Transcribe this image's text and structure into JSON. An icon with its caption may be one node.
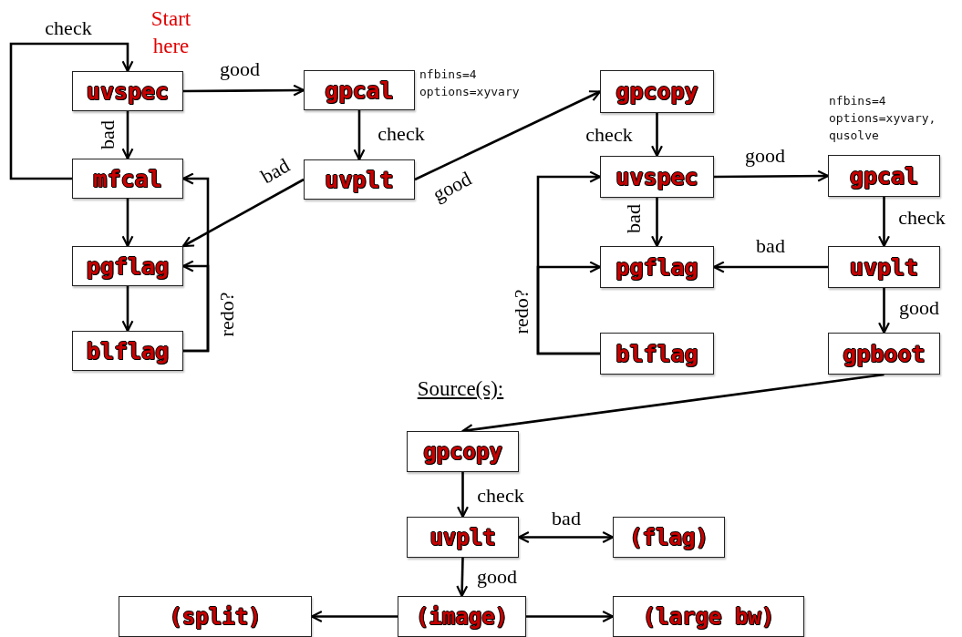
{
  "diagram": {
    "nodes": [
      {
        "text": [
          "uvspec"
        ]
      },
      {
        "text": [
          "gpcal"
        ],
        "beside": [
          "nfbins=4 options=xyvary"
        ]
      },
      {
        "text": [
          "mfcal"
        ]
      },
      {
        "text": [
          "uvplt"
        ]
      },
      {
        "text": [
          "pgflag"
        ]
      },
      {
        "text": [
          "blflag"
        ]
      },
      {
        "text": [
          "gpcopy"
        ]
      },
      {
        "text": [
          "uvspec"
        ]
      },
      {
        "text": [
          "gpcal"
        ],
        "beside": [
          "nfbins=4 options=xyvary, qusolve"
        ]
      },
      {
        "text": [
          "pgflag"
        ]
      },
      {
        "text": [
          "uvplt"
        ]
      },
      {
        "text": [
          "blflag"
        ]
      },
      {
        "text": [
          "gpboot"
        ]
      },
      {
        "text": [
          "gpcopy"
        ]
      },
      {
        "text": [
          "uvplt"
        ]
      },
      {
        "text": [
          "(flag)"
        ]
      },
      {
        "text": [
          "(split)"
        ]
      },
      {
        "text": [
          "(image)"
        ]
      },
      {
        "text": [
          "(large bw)"
        ]
      }
    ],
    "edges": [
      {
        "from": 2,
        "to": 0,
        "arrow": "to",
        "label": "check"
      },
      {
        "from": 0,
        "to": 1,
        "arrow": "to",
        "label": "good"
      },
      {
        "from": 0,
        "to": 2,
        "arrow": "to",
        "label": "bad"
      },
      {
        "from": 1,
        "to": 3,
        "arrow": "to",
        "label": "check"
      },
      {
        "from": 3,
        "to": 4,
        "arrow": "to",
        "label": "bad"
      },
      {
        "from": 3,
        "to": 6,
        "arrow": "to",
        "label": "good"
      },
      {
        "from": 2,
        "to": 4,
        "arrow": "to"
      },
      {
        "from": 4,
        "to": 5,
        "arrow": "to"
      },
      {
        "from": 5,
        "to": 2,
        "arrow": "to"
      },
      {
        "from": 5,
        "to": 4,
        "arrow": "to",
        "label": "redo?"
      },
      {
        "from": 6,
        "to": 7,
        "arrow": "to",
        "label": "check"
      },
      {
        "from": 7,
        "to": 8,
        "arrow": "to",
        "label": "good"
      },
      {
        "from": 7,
        "to": 9,
        "arrow": "to",
        "label": "bad"
      },
      {
        "from": 8,
        "to": 10,
        "arrow": "to",
        "label": "check"
      },
      {
        "from": 10,
        "to": 9,
        "arrow": "to",
        "label": "bad"
      },
      {
        "from": 10,
        "to": 12,
        "arrow": "to",
        "label": "good"
      },
      {
        "from": 11,
        "to": 7,
        "arrow": "to"
      },
      {
        "from": 11,
        "to": 9,
        "arrow": "to",
        "label": "redo?"
      },
      {
        "from": 12,
        "to": 13,
        "arrow": "to"
      },
      {
        "from": 13,
        "to": 14,
        "arrow": "to",
        "label": "check"
      },
      {
        "from": 14,
        "to": 15,
        "arrow": "both",
        "label": "bad"
      },
      {
        "from": 14,
        "to": 17,
        "arrow": "to",
        "label": "good"
      },
      {
        "from": 17,
        "to": 16,
        "arrow": "to"
      },
      {
        "from": 17,
        "to": 18,
        "arrow": "to"
      }
    ],
    "labels": [
      "Start here",
      "Source(s):"
    ]
  }
}
